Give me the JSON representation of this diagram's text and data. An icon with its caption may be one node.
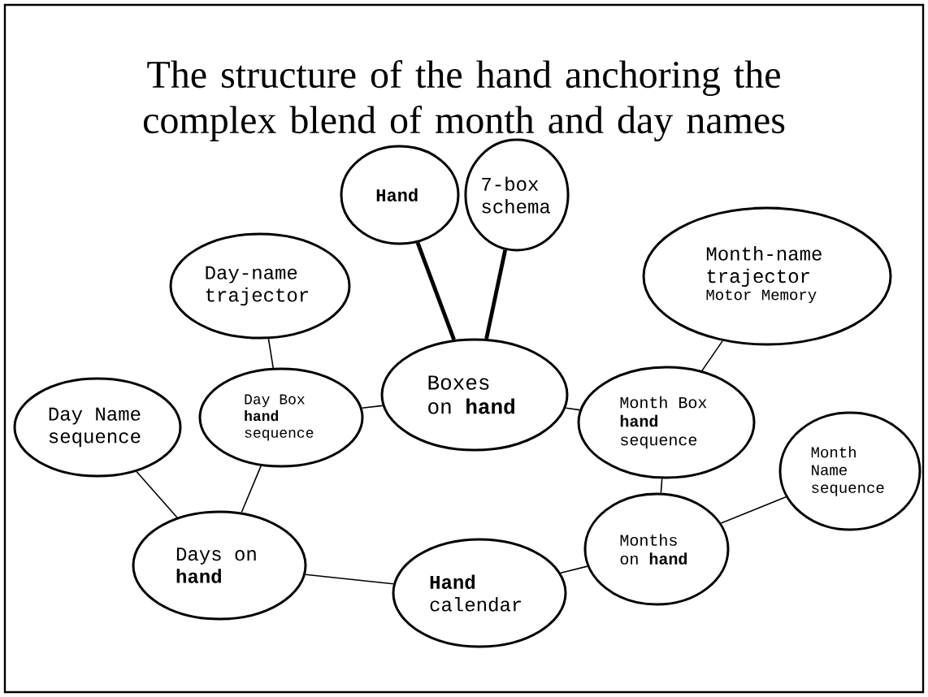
{
  "diagram": {
    "title": "The structure of the hand anchoring the complex blend of month and day names",
    "nodes": [
      {
        "text": [
          "Hand"
        ]
      },
      {
        "text": [
          "7-box schema"
        ]
      },
      {
        "text": [
          "Day-name trajector"
        ]
      },
      {
        "text": [
          "Month-name trajector",
          "Motor Memory"
        ]
      },
      {
        "text": [
          "Boxes on **hand**"
        ]
      },
      {
        "text": [
          "Day Name sequence"
        ]
      },
      {
        "text": [
          "Day Box **hand** sequence"
        ]
      },
      {
        "text": [
          "Month Box **hand** sequence"
        ]
      },
      {
        "text": [
          "Month Name sequence"
        ]
      },
      {
        "text": [
          "Days on **hand**"
        ]
      },
      {
        "text": [
          "**Hand** calendar"
        ]
      },
      {
        "text": [
          "Months on **hand**"
        ]
      }
    ],
    "edges": [
      {
        "from": 0,
        "to": 4,
        "arrow": "none",
        "style": "thick"
      },
      {
        "from": 1,
        "to": 4,
        "arrow": "none",
        "style": "thick"
      },
      {
        "from": 2,
        "to": 6,
        "arrow": "none"
      },
      {
        "from": 6,
        "to": 4,
        "arrow": "none"
      },
      {
        "from": 4,
        "to": 7,
        "arrow": "none"
      },
      {
        "from": 3,
        "to": 7,
        "arrow": "none"
      },
      {
        "from": 5,
        "to": 9,
        "arrow": "none"
      },
      {
        "from": 6,
        "to": 9,
        "arrow": "none"
      },
      {
        "from": 9,
        "to": 10,
        "arrow": "none"
      },
      {
        "from": 10,
        "to": 11,
        "arrow": "none"
      },
      {
        "from": 11,
        "to": 7,
        "arrow": "none"
      },
      {
        "from": 11,
        "to": 8,
        "arrow": "none"
      }
    ]
  }
}
